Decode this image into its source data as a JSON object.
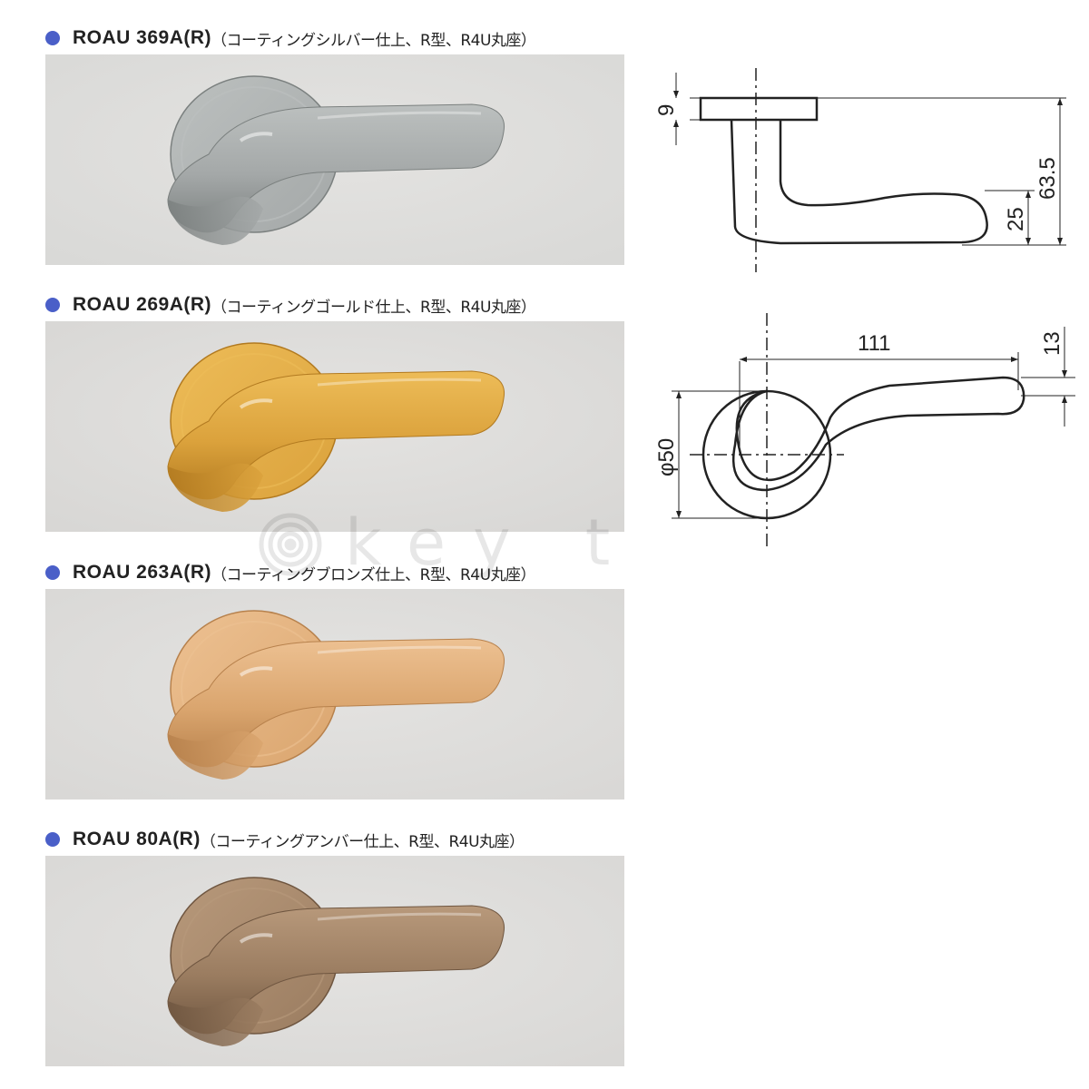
{
  "colors": {
    "bullet": "#4a5fc8"
  },
  "products": [
    {
      "model": "ROAU 369A(R)",
      "finish": "（コーティングシルバー仕上、R型、R4U丸座）",
      "photo_bg": "#d9d9d7",
      "metal_light": "#bcc0bf",
      "metal_mid": "#a4a8a8",
      "metal_dark": "#7b807f",
      "image_icon": "silver-lever-handle-photo"
    },
    {
      "model": "ROAU 269A(R)",
      "finish": "（コーティングゴールド仕上、R型、R4U丸座）",
      "photo_bg": "#d8d7d5",
      "metal_light": "#edbc58",
      "metal_mid": "#dba23c",
      "metal_dark": "#b27a20",
      "image_icon": "gold-lever-handle-photo"
    },
    {
      "model": "ROAU 263A(R)",
      "finish": "（コーティングブロンズ仕上、R型、R4U丸座）",
      "photo_bg": "#d9d8d6",
      "metal_light": "#edc192",
      "metal_mid": "#daa56e",
      "metal_dark": "#b7814c",
      "image_icon": "bronze-lever-handle-photo"
    },
    {
      "model": "ROAU 80A(R)",
      "finish": "（コーティングアンバー仕上、R型、R4U丸座）",
      "photo_bg": "#d9d8d6",
      "metal_light": "#b8997b",
      "metal_mid": "#9a7c60",
      "metal_dark": "#6f5640",
      "image_icon": "amber-lever-handle-photo"
    }
  ],
  "drawings": {
    "side_view": {
      "rose_thickness": "9",
      "total_depth": "63.5",
      "grip_height": "25"
    },
    "top_view": {
      "length": "111",
      "grip_width": "13",
      "rose_diameter": "φ50"
    }
  },
  "watermark": "key to"
}
